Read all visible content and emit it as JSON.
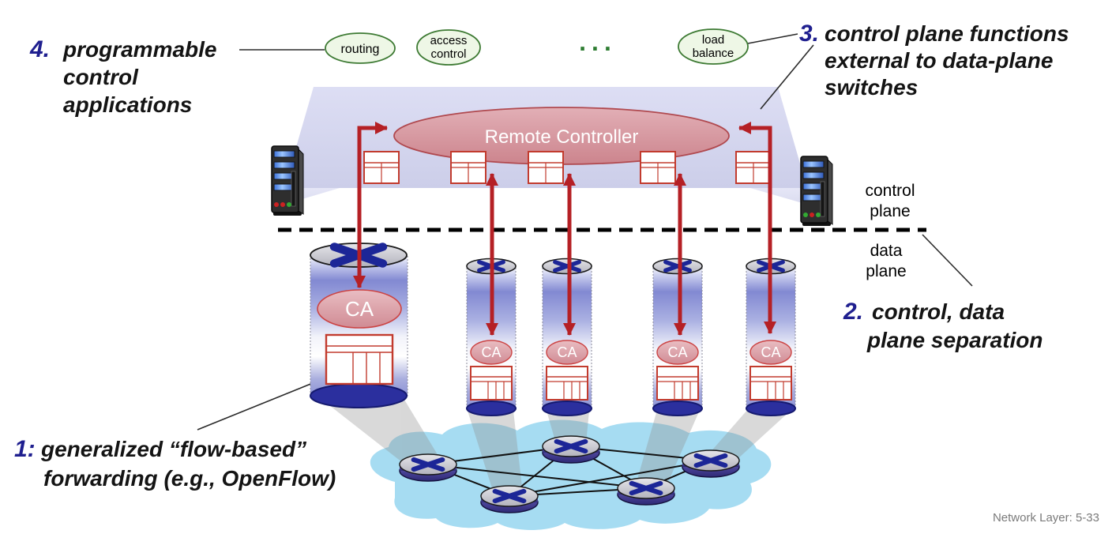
{
  "annotations": {
    "a4": {
      "num": "4.",
      "lines": [
        "programmable",
        "control",
        "applications"
      ]
    },
    "a3": {
      "num": "3.",
      "lines": [
        "control plane functions",
        "external to data-plane",
        "switches"
      ]
    },
    "a2": {
      "num": "2.",
      "lines": [
        "control, data",
        "plane separation"
      ]
    },
    "a1": {
      "num": "1:",
      "lines": [
        "generalized “flow-based”",
        "forwarding (e.g., OpenFlow)"
      ]
    }
  },
  "apps": {
    "routing": {
      "lines": [
        "routing"
      ]
    },
    "access": {
      "lines": [
        "access",
        "control"
      ]
    },
    "load": {
      "lines": [
        "load",
        "balance"
      ]
    },
    "ellipsis": "..."
  },
  "controller": {
    "label": "Remote Controller"
  },
  "switch": {
    "ca": "CA"
  },
  "planes": {
    "control": [
      "control",
      "plane"
    ],
    "data": [
      "data",
      "plane"
    ]
  },
  "footer": {
    "page": "Network Layer: 5-33"
  },
  "colors": {
    "number_blue": "#1f1f8f",
    "arrow_red": "#b52025",
    "app_oval_fill": "#eef7e6",
    "app_oval_border": "#3d7a33",
    "ellipsis_green": "#2e7d32",
    "controller_plane_lavender": "#d7d8f0",
    "controller_oval_pink": "#d49097",
    "ca_oval_pink": "#d8959d",
    "table_red": "#c23b2e",
    "cloud_blue": "#a6dcf2",
    "router_x_blue": "#1c2697",
    "cylinder_base_blue": "#2b2f9e",
    "footer_gray": "#7a7a7a"
  }
}
